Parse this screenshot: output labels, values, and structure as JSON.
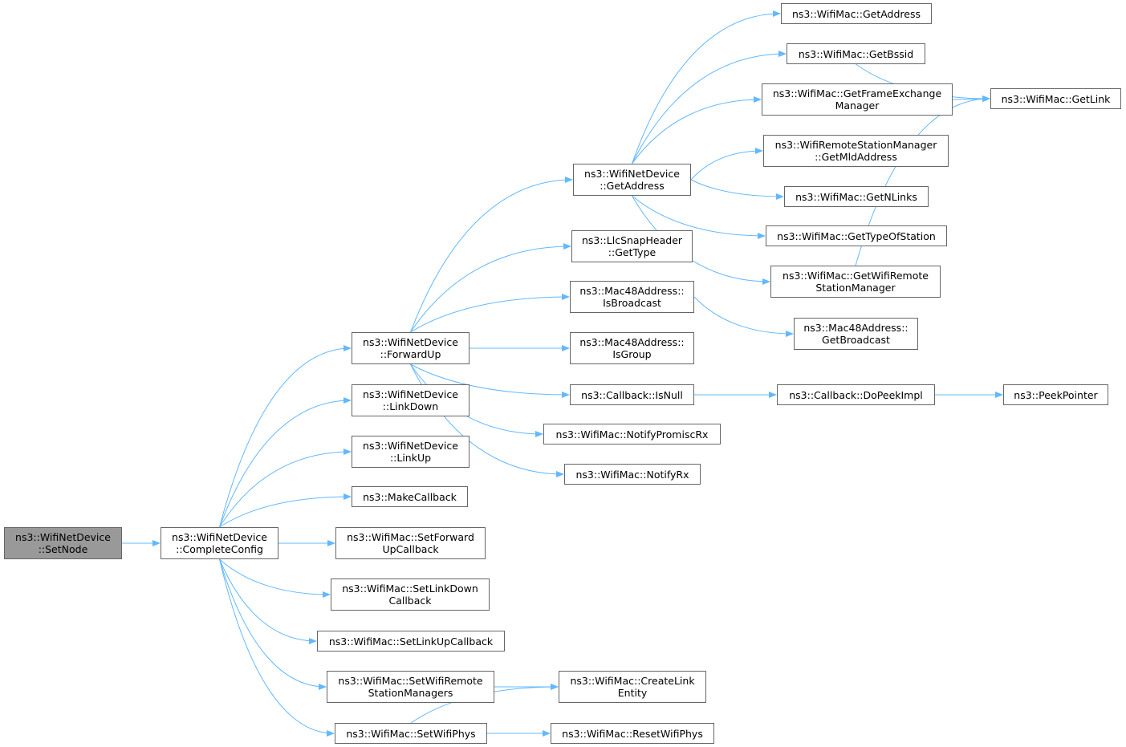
{
  "diagram": {
    "edge_color": "#63b8ff",
    "root_fill": "#999999",
    "node_border": "#666666",
    "nodes": [
      {
        "id": "setnode",
        "lines": [
          "ns3::WifiNetDevice",
          "::SetNode"
        ],
        "root": true
      },
      {
        "id": "completeconfig",
        "lines": [
          "ns3::WifiNetDevice",
          "::CompleteConfig"
        ]
      },
      {
        "id": "forwardup",
        "lines": [
          "ns3::WifiNetDevice",
          "::ForwardUp"
        ]
      },
      {
        "id": "linkdown",
        "lines": [
          "ns3::WifiNetDevice",
          "::LinkDown"
        ]
      },
      {
        "id": "linkup",
        "lines": [
          "ns3::WifiNetDevice",
          "::LinkUp"
        ]
      },
      {
        "id": "makecallback",
        "lines": [
          "ns3::MakeCallback"
        ]
      },
      {
        "id": "setforwardupcallback",
        "lines": [
          "ns3::WifiMac::SetForward",
          "UpCallback"
        ]
      },
      {
        "id": "setlinkdowncallback",
        "lines": [
          "ns3::WifiMac::SetLinkDown",
          "Callback"
        ]
      },
      {
        "id": "setlinkupcallback",
        "lines": [
          "ns3::WifiMac::SetLinkUpCallback"
        ]
      },
      {
        "id": "setwifiremotestationmanagers",
        "lines": [
          "ns3::WifiMac::SetWifiRemote",
          "StationManagers"
        ]
      },
      {
        "id": "setwifiphys",
        "lines": [
          "ns3::WifiMac::SetWifiPhys"
        ]
      },
      {
        "id": "netdev_getaddress",
        "lines": [
          "ns3::WifiNetDevice",
          "::GetAddress"
        ]
      },
      {
        "id": "llc_gettype",
        "lines": [
          "ns3::LlcSnapHeader",
          "::GetType"
        ]
      },
      {
        "id": "isbroadcast",
        "lines": [
          "ns3::Mac48Address::",
          "IsBroadcast"
        ]
      },
      {
        "id": "isgroup",
        "lines": [
          "ns3::Mac48Address::",
          "IsGroup"
        ]
      },
      {
        "id": "isnull",
        "lines": [
          "ns3::Callback::IsNull"
        ]
      },
      {
        "id": "notifypromiscrx",
        "lines": [
          "ns3::WifiMac::NotifyPromiscRx"
        ]
      },
      {
        "id": "notifyrx",
        "lines": [
          "ns3::WifiMac::NotifyRx"
        ]
      },
      {
        "id": "createlinkentity",
        "lines": [
          "ns3::WifiMac::CreateLink",
          "Entity"
        ]
      },
      {
        "id": "resetwifiphys",
        "lines": [
          "ns3::WifiMac::ResetWifiPhys"
        ]
      },
      {
        "id": "mac_getaddress",
        "lines": [
          "ns3::WifiMac::GetAddress"
        ]
      },
      {
        "id": "getbssid",
        "lines": [
          "ns3::WifiMac::GetBssid"
        ]
      },
      {
        "id": "getframeexchangemanager",
        "lines": [
          "ns3::WifiMac::GetFrameExchange",
          "Manager"
        ]
      },
      {
        "id": "getmldaddress",
        "lines": [
          "ns3::WifiRemoteStationManager",
          "::GetMldAddress"
        ]
      },
      {
        "id": "getnlinks",
        "lines": [
          "ns3::WifiMac::GetNLinks"
        ]
      },
      {
        "id": "gettypeofstation",
        "lines": [
          "ns3::WifiMac::GetTypeOfStation"
        ]
      },
      {
        "id": "getwifiremotestationmanager",
        "lines": [
          "ns3::WifiMac::GetWifiRemote",
          "StationManager"
        ]
      },
      {
        "id": "getbroadcast",
        "lines": [
          "ns3::Mac48Address::",
          "GetBroadcast"
        ]
      },
      {
        "id": "dopeekimpl",
        "lines": [
          "ns3::Callback::DoPeekImpl"
        ]
      },
      {
        "id": "getlink",
        "lines": [
          "ns3::WifiMac::GetLink"
        ]
      },
      {
        "id": "peekpointer",
        "lines": [
          "ns3::PeekPointer"
        ]
      }
    ],
    "edges": [
      [
        "setnode",
        "completeconfig"
      ],
      [
        "completeconfig",
        "forwardup"
      ],
      [
        "completeconfig",
        "linkdown"
      ],
      [
        "completeconfig",
        "linkup"
      ],
      [
        "completeconfig",
        "makecallback"
      ],
      [
        "completeconfig",
        "setforwardupcallback"
      ],
      [
        "completeconfig",
        "setlinkdowncallback"
      ],
      [
        "completeconfig",
        "setlinkupcallback"
      ],
      [
        "completeconfig",
        "setwifiremotestationmanagers"
      ],
      [
        "completeconfig",
        "setwifiphys"
      ],
      [
        "forwardup",
        "netdev_getaddress"
      ],
      [
        "forwardup",
        "llc_gettype"
      ],
      [
        "forwardup",
        "isbroadcast"
      ],
      [
        "forwardup",
        "isgroup"
      ],
      [
        "forwardup",
        "isnull"
      ],
      [
        "forwardup",
        "notifypromiscrx"
      ],
      [
        "forwardup",
        "notifyrx"
      ],
      [
        "netdev_getaddress",
        "mac_getaddress"
      ],
      [
        "netdev_getaddress",
        "getbssid"
      ],
      [
        "netdev_getaddress",
        "getframeexchangemanager"
      ],
      [
        "netdev_getaddress",
        "getmldaddress"
      ],
      [
        "netdev_getaddress",
        "getnlinks"
      ],
      [
        "netdev_getaddress",
        "gettypeofstation"
      ],
      [
        "netdev_getaddress",
        "getwifiremotestationmanager"
      ],
      [
        "getbssid",
        "getlink"
      ],
      [
        "getframeexchangemanager",
        "getlink"
      ],
      [
        "getwifiremotestationmanager",
        "getlink"
      ],
      [
        "isbroadcast",
        "getbroadcast"
      ],
      [
        "isnull",
        "dopeekimpl"
      ],
      [
        "dopeekimpl",
        "peekpointer"
      ],
      [
        "setwifiremotestationmanagers",
        "createlinkentity"
      ],
      [
        "setwifiphys",
        "createlinkentity"
      ],
      [
        "setwifiphys",
        "resetwifiphys"
      ]
    ]
  }
}
